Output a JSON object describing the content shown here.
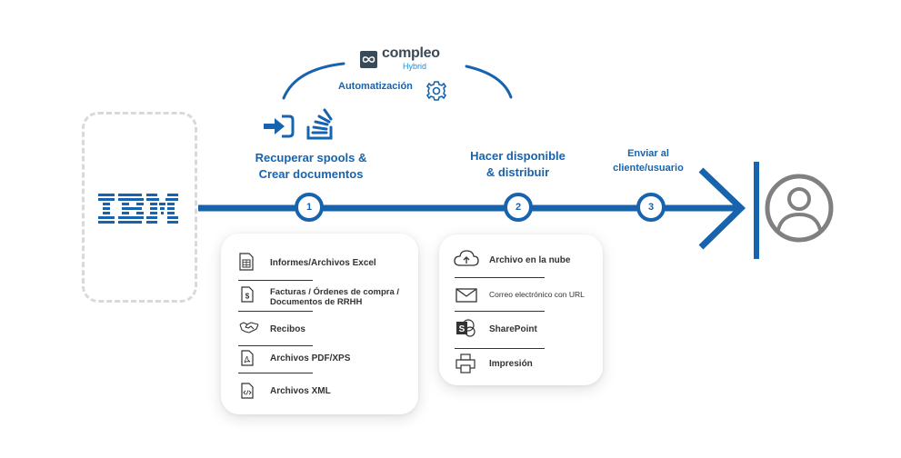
{
  "logo": {
    "name": "compleo",
    "sub": "Hybrid",
    "automation_label": "Automatización"
  },
  "source": {
    "brand": "IBM"
  },
  "steps": [
    {
      "number": "1",
      "line1": "Recuperar spools &",
      "line2": "Crear documentos"
    },
    {
      "number": "2",
      "line1": "Hacer disponible",
      "line2": "& distribuir"
    },
    {
      "number": "3",
      "line1": "Enviar al",
      "line2": "cliente/usuario"
    }
  ],
  "inputs_card": {
    "items": [
      {
        "label": "Informes/Archivos  Excel",
        "icon": "spreadsheet-icon"
      },
      {
        "label_line1": "Facturas / Órdenes de compra /",
        "label_line2": "Documentos de RRHH",
        "icon": "invoice-icon"
      },
      {
        "label": "Recibos",
        "icon": "handshake-icon"
      },
      {
        "label": "Archivos PDF/XPS",
        "icon": "pdf-icon"
      },
      {
        "label": "Archivos XML",
        "icon": "xml-file-icon"
      }
    ]
  },
  "outputs_card": {
    "items": [
      {
        "label": "Archivo en la nube",
        "icon": "cloud-upload-icon"
      },
      {
        "label": "Correo electrónico con URL",
        "icon": "envelope-icon"
      },
      {
        "label": "SharePoint",
        "icon": "sharepoint-icon"
      },
      {
        "label": "Impresión",
        "icon": "printer-icon"
      }
    ]
  },
  "colors": {
    "primary_blue": "#1763ad",
    "logo_dark": "#3a4a57",
    "logo_accent": "#1a8fd8",
    "user_gray": "#808080",
    "dashed_gray": "#d9d9d9"
  }
}
